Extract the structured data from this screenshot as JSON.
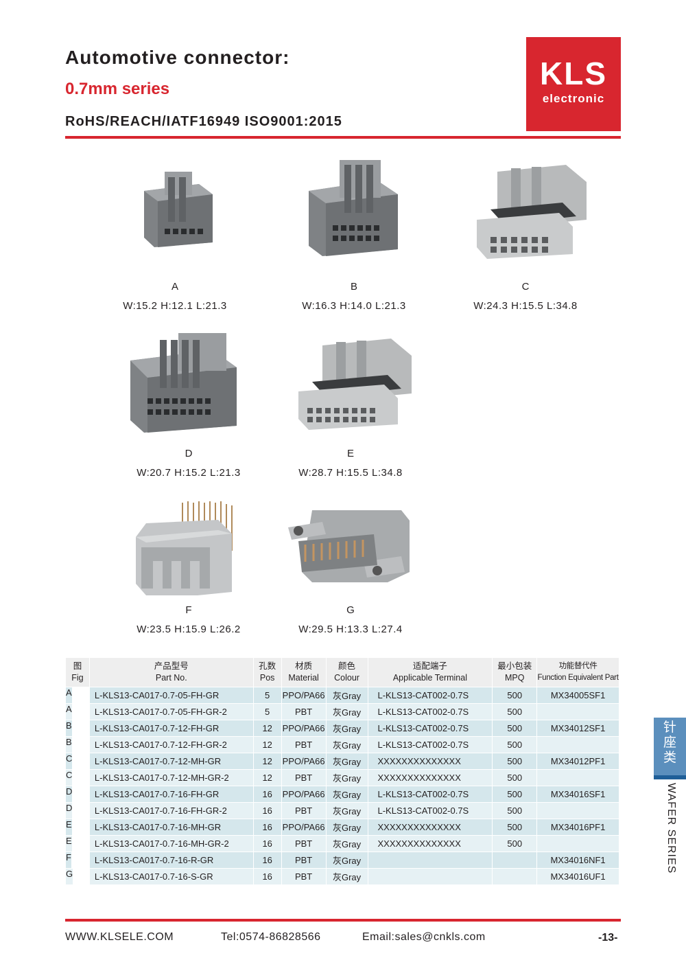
{
  "header": {
    "title": "Automotive connector:",
    "subtitle": "0.7mm series",
    "certs": "RoHS/REACH/IATF16949 ISO9001:2015"
  },
  "logo": {
    "brand": "KLS",
    "sub": "electronic"
  },
  "figures": [
    {
      "letter": "A",
      "dims": "W:15.2   H:12.1  L:21.3"
    },
    {
      "letter": "B",
      "dims": "W:16.3   H:14.0  L:21.3"
    },
    {
      "letter": "C",
      "dims": "W:24.3  H:15.5   L:34.8"
    },
    {
      "letter": "D",
      "dims": "W:20.7   H:15.2   L:21.3"
    },
    {
      "letter": "E",
      "dims": "W:28.7   H:15.5  L:34.8"
    },
    {
      "letter": "F",
      "dims": "W:23.5   H:15.9   L:26.2"
    },
    {
      "letter": "G",
      "dims": "W:29.5  H:13.3  L:27.4"
    }
  ],
  "table": {
    "headers": [
      {
        "cn": "图",
        "en": "Fig"
      },
      {
        "cn": "产品型号",
        "en": "Part No."
      },
      {
        "cn": "孔数",
        "en": "Pos"
      },
      {
        "cn": "材质",
        "en": "Material"
      },
      {
        "cn": "颜色",
        "en": "Colour"
      },
      {
        "cn": "适配端子",
        "en": "Applicable Terminal"
      },
      {
        "cn": "最小包装",
        "en": "MPQ"
      },
      {
        "cn": "功能替代件",
        "en": "Function Equivalent Part"
      }
    ],
    "rows": [
      [
        "A",
        "L-KLS13-CA017-0.7-05-FH-GR",
        "5",
        "PPO/PA66",
        "灰Gray",
        "L-KLS13-CAT002-0.7S",
        "500",
        "MX34005SF1"
      ],
      [
        "A",
        "L-KLS13-CA017-0.7-05-FH-GR-2",
        "5",
        "PBT",
        "灰Gray",
        "L-KLS13-CAT002-0.7S",
        "500",
        ""
      ],
      [
        "B",
        "L-KLS13-CA017-0.7-12-FH-GR",
        "12",
        "PPO/PA66",
        "灰Gray",
        "L-KLS13-CAT002-0.7S",
        "500",
        "MX34012SF1"
      ],
      [
        "B",
        "L-KLS13-CA017-0.7-12-FH-GR-2",
        "12",
        "PBT",
        "灰Gray",
        "L-KLS13-CAT002-0.7S",
        "500",
        ""
      ],
      [
        "C",
        "L-KLS13-CA017-0.7-12-MH-GR",
        "12",
        "PPO/PA66",
        "灰Gray",
        "XXXXXXXXXXXXXX",
        "500",
        "MX34012PF1"
      ],
      [
        "C",
        "L-KLS13-CA017-0.7-12-MH-GR-2",
        "12",
        "PBT",
        "灰Gray",
        "XXXXXXXXXXXXXX",
        "500",
        ""
      ],
      [
        "D",
        "L-KLS13-CA017-0.7-16-FH-GR",
        "16",
        "PPO/PA66",
        "灰Gray",
        "L-KLS13-CAT002-0.7S",
        "500",
        "MX34016SF1"
      ],
      [
        "D",
        "L-KLS13-CA017-0.7-16-FH-GR-2",
        "16",
        "PBT",
        "灰Gray",
        "L-KLS13-CAT002-0.7S",
        "500",
        ""
      ],
      [
        "E",
        "L-KLS13-CA017-0.7-16-MH-GR",
        "16",
        "PPO/PA66",
        "灰Gray",
        "XXXXXXXXXXXXXX",
        "500",
        "MX34016PF1"
      ],
      [
        "E",
        "L-KLS13-CA017-0.7-16-MH-GR-2",
        "16",
        "PBT",
        "灰Gray",
        "XXXXXXXXXXXXXX",
        "500",
        ""
      ],
      [
        "F",
        "L-KLS13-CA017-0.7-16-R-GR",
        "16",
        "PBT",
        "灰Gray",
        "",
        "",
        "MX34016NF1"
      ],
      [
        "G",
        "L-KLS13-CA017-0.7-16-S-GR",
        "16",
        "PBT",
        "灰Gray",
        "",
        "",
        "MX34016UF1"
      ]
    ]
  },
  "side_tab": {
    "cn_1": "针",
    "cn_2": "座",
    "cn_3": "类",
    "en": "WAFER SERIES"
  },
  "footer": {
    "website": "WWW.KLSELE.COM",
    "tel": "Tel:0574-86828566",
    "email": "Email:sales@cnkls.com",
    "page": "-13-"
  },
  "colors": {
    "accent_red": "#d8262f",
    "row_odd": "#d5e7ec",
    "row_even": "#e6f1f4",
    "tab_blue": "#5b8fbd",
    "connector_gray": "#8b8e91"
  }
}
